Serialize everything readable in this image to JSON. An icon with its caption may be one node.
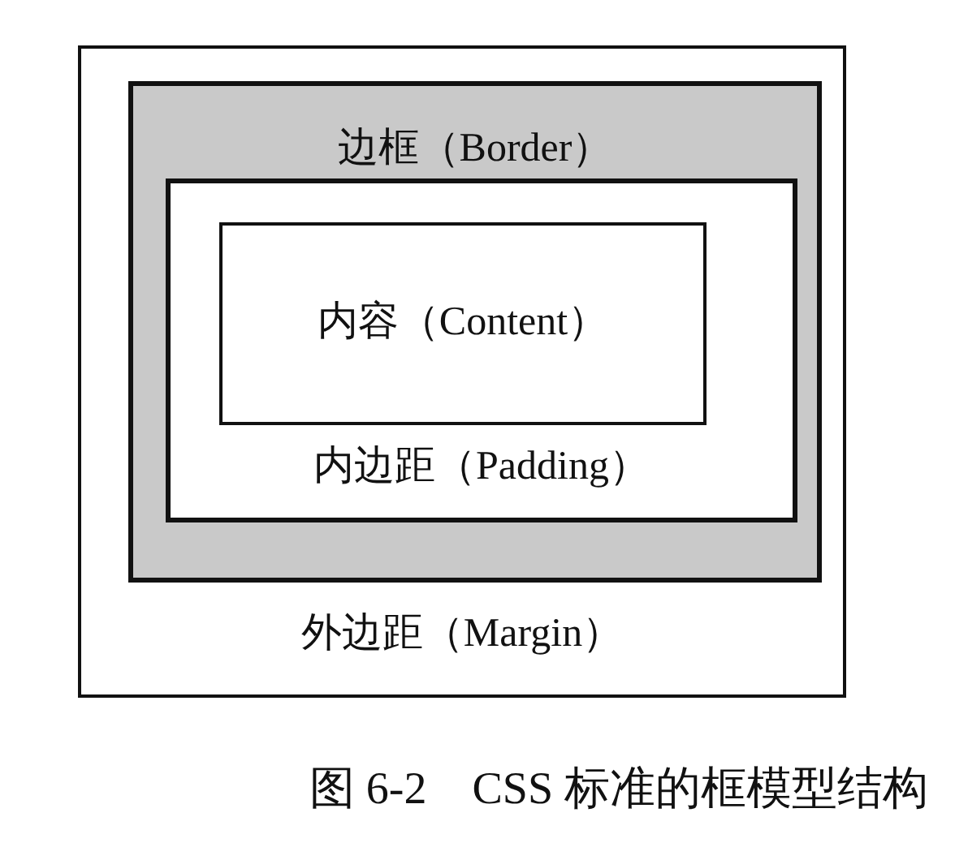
{
  "diagram": {
    "caption": "图 6-2　CSS 标准的框模型结构",
    "nodes": [
      {
        "text": [
          "外边距（Margin）"
        ]
      },
      {
        "text": [
          "边框（Border）"
        ],
        "in": 0
      },
      {
        "text": [
          "内边距（Padding）"
        ],
        "in": 1
      },
      {
        "text": [
          "内容（Content）"
        ],
        "in": 2
      }
    ]
  }
}
